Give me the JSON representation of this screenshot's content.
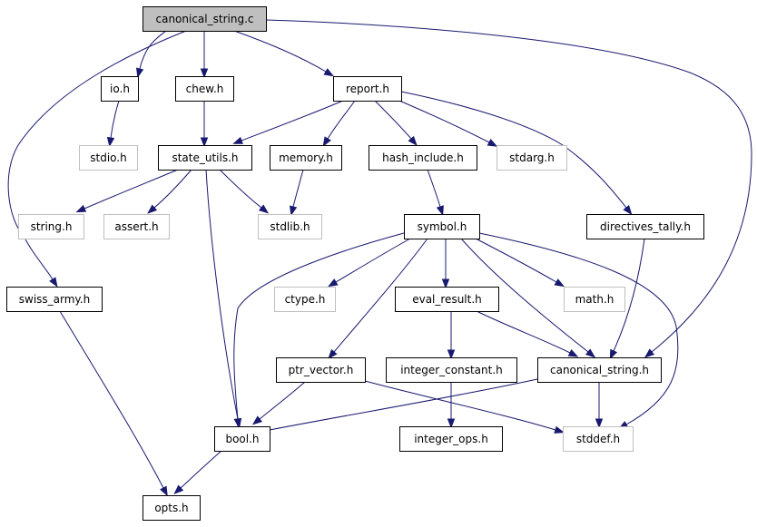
{
  "diagram": {
    "title": "",
    "nodes": [
      {
        "id": "canonical_string_c",
        "label": "canonical_string.c",
        "kind": "root"
      },
      {
        "id": "io_h",
        "label": "io.h",
        "kind": "normal"
      },
      {
        "id": "chew_h",
        "label": "chew.h",
        "kind": "normal"
      },
      {
        "id": "report_h",
        "label": "report.h",
        "kind": "normal"
      },
      {
        "id": "stdio_h",
        "label": "stdio.h",
        "kind": "external"
      },
      {
        "id": "state_utils_h",
        "label": "state_utils.h",
        "kind": "normal"
      },
      {
        "id": "memory_h",
        "label": "memory.h",
        "kind": "normal"
      },
      {
        "id": "hash_include_h",
        "label": "hash_include.h",
        "kind": "normal"
      },
      {
        "id": "stdarg_h",
        "label": "stdarg.h",
        "kind": "external"
      },
      {
        "id": "string_h",
        "label": "string.h",
        "kind": "external"
      },
      {
        "id": "assert_h",
        "label": "assert.h",
        "kind": "external"
      },
      {
        "id": "stdlib_h",
        "label": "stdlib.h",
        "kind": "external"
      },
      {
        "id": "symbol_h",
        "label": "symbol.h",
        "kind": "normal"
      },
      {
        "id": "directives_tally_h",
        "label": "directives_tally.h",
        "kind": "normal"
      },
      {
        "id": "swiss_army_h",
        "label": "swiss_army.h",
        "kind": "normal"
      },
      {
        "id": "ctype_h",
        "label": "ctype.h",
        "kind": "external"
      },
      {
        "id": "eval_result_h",
        "label": "eval_result.h",
        "kind": "normal"
      },
      {
        "id": "math_h",
        "label": "math.h",
        "kind": "external"
      },
      {
        "id": "ptr_vector_h",
        "label": "ptr_vector.h",
        "kind": "normal"
      },
      {
        "id": "integer_constant_h",
        "label": "integer_constant.h",
        "kind": "normal"
      },
      {
        "id": "canonical_string_h",
        "label": "canonical_string.h",
        "kind": "normal"
      },
      {
        "id": "bool_h",
        "label": "bool.h",
        "kind": "normal"
      },
      {
        "id": "integer_ops_h",
        "label": "integer_ops.h",
        "kind": "normal"
      },
      {
        "id": "stddef_h",
        "label": "stddef.h",
        "kind": "external"
      },
      {
        "id": "opts_h",
        "label": "opts.h",
        "kind": "normal"
      }
    ],
    "edges": [
      {
        "from": "canonical_string_c",
        "to": "io_h"
      },
      {
        "from": "canonical_string_c",
        "to": "chew_h"
      },
      {
        "from": "canonical_string_c",
        "to": "report_h"
      },
      {
        "from": "canonical_string_c",
        "to": "swiss_army_h"
      },
      {
        "from": "canonical_string_c",
        "to": "canonical_string_h"
      },
      {
        "from": "io_h",
        "to": "stdio_h"
      },
      {
        "from": "chew_h",
        "to": "state_utils_h"
      },
      {
        "from": "report_h",
        "to": "state_utils_h"
      },
      {
        "from": "report_h",
        "to": "memory_h"
      },
      {
        "from": "report_h",
        "to": "hash_include_h"
      },
      {
        "from": "report_h",
        "to": "stdarg_h"
      },
      {
        "from": "report_h",
        "to": "directives_tally_h"
      },
      {
        "from": "state_utils_h",
        "to": "string_h"
      },
      {
        "from": "state_utils_h",
        "to": "assert_h"
      },
      {
        "from": "state_utils_h",
        "to": "stdlib_h"
      },
      {
        "from": "state_utils_h",
        "to": "bool_h"
      },
      {
        "from": "memory_h",
        "to": "stdlib_h"
      },
      {
        "from": "hash_include_h",
        "to": "symbol_h"
      },
      {
        "from": "symbol_h",
        "to": "ctype_h"
      },
      {
        "from": "symbol_h",
        "to": "eval_result_h"
      },
      {
        "from": "symbol_h",
        "to": "math_h"
      },
      {
        "from": "symbol_h",
        "to": "ptr_vector_h"
      },
      {
        "from": "symbol_h",
        "to": "canonical_string_h"
      },
      {
        "from": "symbol_h",
        "to": "bool_h"
      },
      {
        "from": "symbol_h",
        "to": "stddef_h"
      },
      {
        "from": "directives_tally_h",
        "to": "canonical_string_h"
      },
      {
        "from": "swiss_army_h",
        "to": "opts_h"
      },
      {
        "from": "eval_result_h",
        "to": "integer_constant_h"
      },
      {
        "from": "eval_result_h",
        "to": "canonical_string_h"
      },
      {
        "from": "ptr_vector_h",
        "to": "bool_h"
      },
      {
        "from": "ptr_vector_h",
        "to": "stddef_h"
      },
      {
        "from": "integer_constant_h",
        "to": "integer_ops_h"
      },
      {
        "from": "canonical_string_h",
        "to": "bool_h"
      },
      {
        "from": "canonical_string_h",
        "to": "stddef_h"
      },
      {
        "from": "bool_h",
        "to": "opts_h"
      }
    ]
  }
}
